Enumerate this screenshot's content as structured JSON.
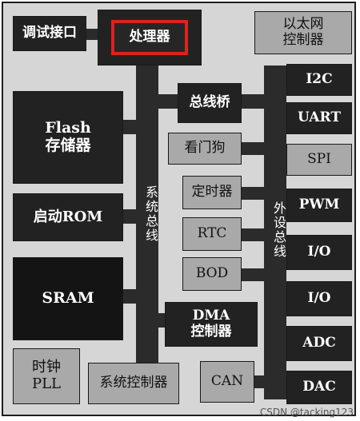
{
  "blocks": {
    "debug_interface": "调试接口",
    "processor": "处理器",
    "ethernet_controller": "以太网\n控制器",
    "i2c": "I2C",
    "bus_bridge": "总线桥",
    "uart": "UART",
    "flash_memory": "Flash\n存储器",
    "watchdog": "看门狗",
    "spi": "SPI",
    "timer": "定时器",
    "pwm": "PWM",
    "boot_rom": "启动ROM",
    "rtc": "RTC",
    "io_1": "I/O",
    "bod": "BOD",
    "sram": "SRAM",
    "io_2": "I/O",
    "dma_controller": "DMA\n控制器",
    "adc": "ADC",
    "clock_pll": "时钟\nPLL",
    "system_controller": "系统控制器",
    "can": "CAN",
    "dac": "DAC"
  },
  "labels": {
    "system_bus": "系统总线",
    "peripheral_bus": "外设总线"
  },
  "watermark": "CSDN @tacking123",
  "colors": {
    "dark_block": "#222222",
    "light_block": "#a9a9a9",
    "background": "#d6d6d6",
    "highlight_border": "#e02020"
  }
}
